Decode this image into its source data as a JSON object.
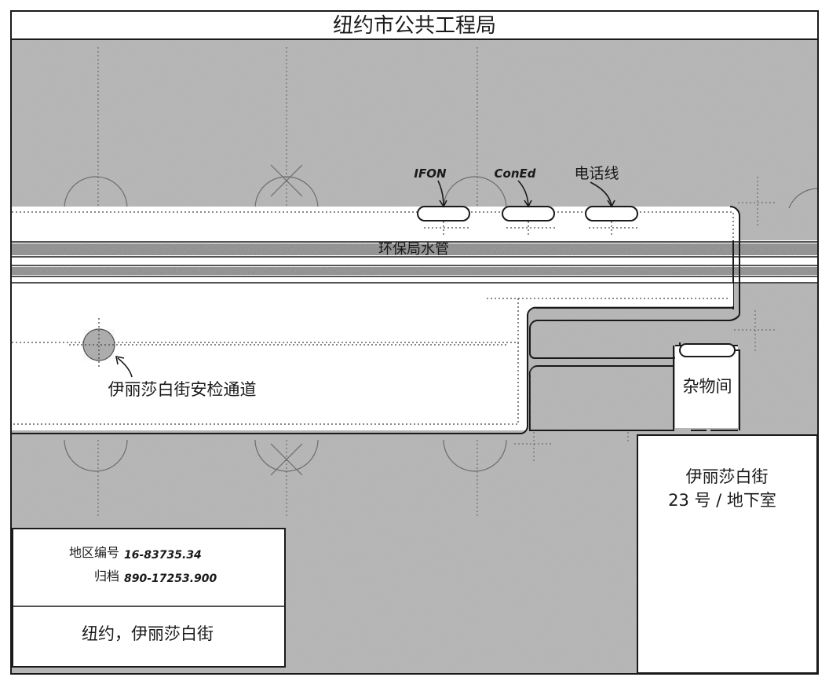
{
  "header": {
    "title": "纽约市公共工程局"
  },
  "labels": {
    "ifon": "IFON",
    "coned": "ConEd",
    "phone_line": "电话线",
    "dep_water_main": "环保局水管",
    "security_tunnel": "伊丽莎白街安检通道",
    "storage_room": "杂物间",
    "building_line1": "伊丽莎白街",
    "building_line2": "23 号 / 地下室"
  },
  "info_box": {
    "district_label": "地区编号",
    "district_value": "16-83735.34",
    "archive_label": "归档",
    "archive_value": "890-17253.900",
    "location": "纽约，伊丽莎白街"
  },
  "colors": {
    "ink": "#1a1a1a",
    "paper": "#ffffff",
    "ground": "#b4b4b4",
    "pipe": "#8c8c8c"
  }
}
